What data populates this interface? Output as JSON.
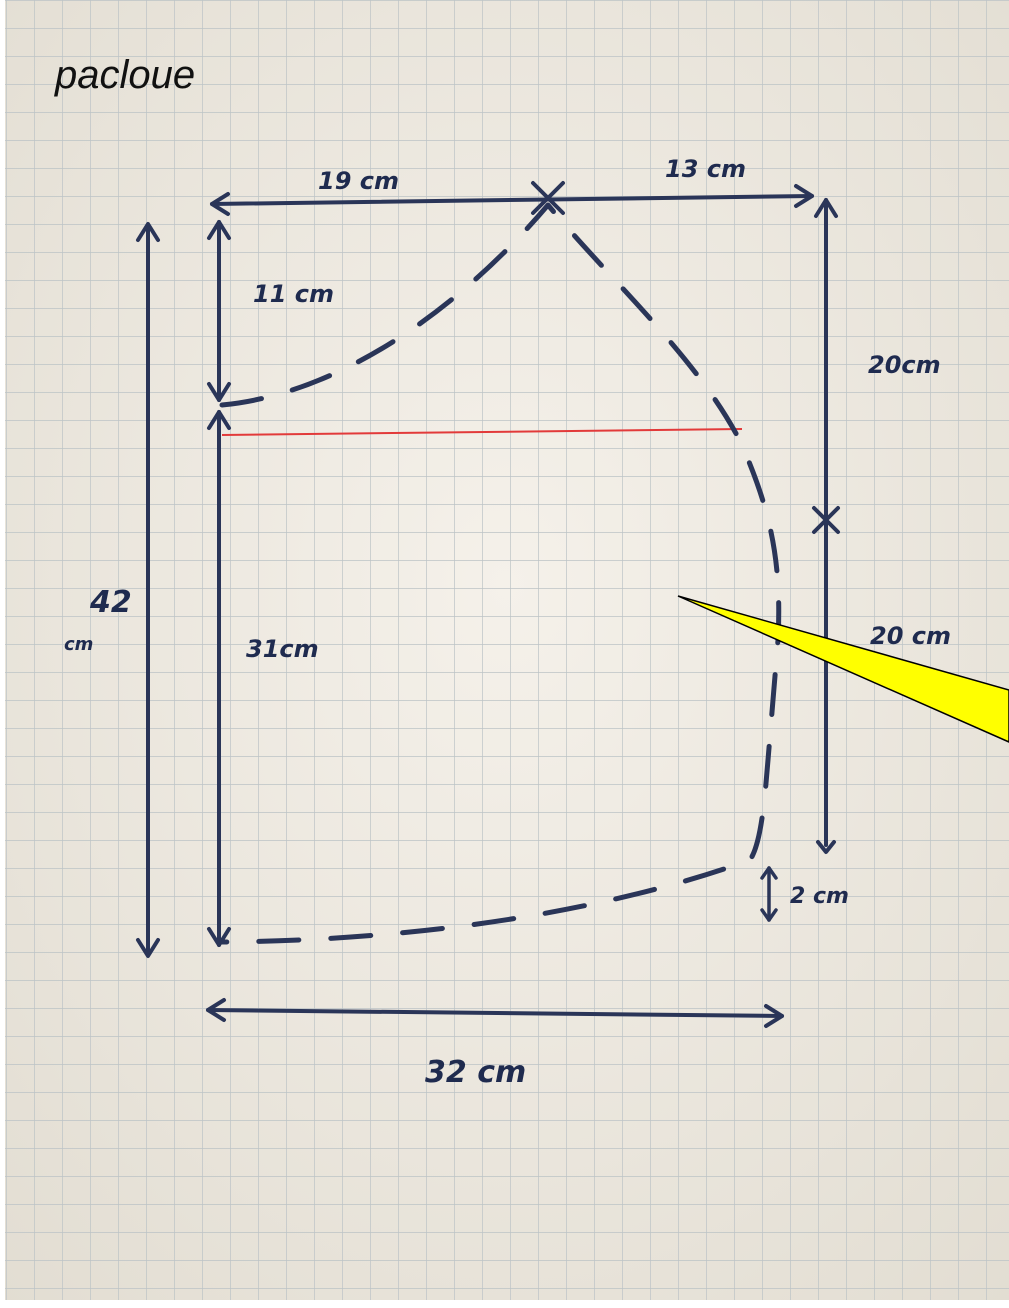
{
  "title": "pacloue",
  "measurements": {
    "top_left_width": "19 cm",
    "top_right_width": "13 cm",
    "upper_left_height": "11 cm",
    "lower_left_height": "31cm",
    "total_height_value": "42",
    "total_height_unit": "cm",
    "right_upper_height": "20cm",
    "right_lower_height": "20 cm",
    "bottom_gap": "2 cm",
    "bottom_width": "32 cm"
  },
  "colors": {
    "paper": "#eeeae3",
    "grid": "#bcc3c6",
    "ink": "#2a3558",
    "guide_line": "#e23a3a",
    "callout_fill": "#ffff00",
    "callout_stroke": "#000000"
  },
  "icons": [
    "grid-paper-background",
    "yellow-callout-pointer",
    "cross-mark"
  ]
}
